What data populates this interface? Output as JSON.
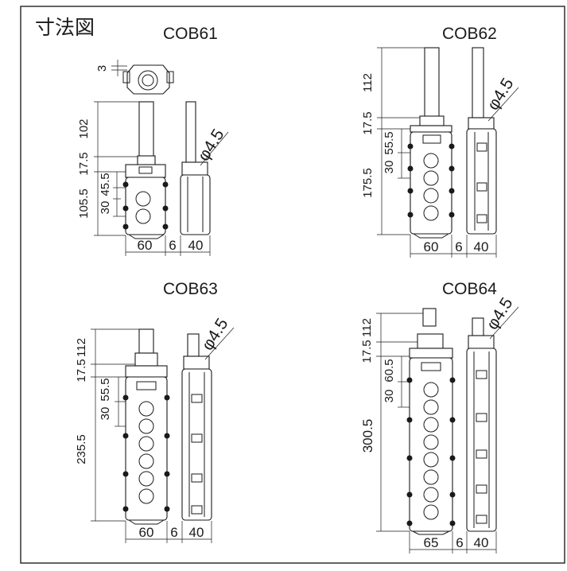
{
  "title": "寸法図",
  "colors": {
    "line": "#1a1a1a",
    "background": "#ffffff",
    "frame": "#222222"
  },
  "models": [
    {
      "name": "COB61",
      "cable_dia": "φ4.5",
      "vertical_dims": [
        "3",
        "102",
        "17.5",
        "105.5",
        "30",
        "45.5"
      ],
      "horizontal_dims": [
        "60",
        "6",
        "40"
      ]
    },
    {
      "name": "COB62",
      "cable_dia": "φ4.5",
      "vertical_dims": [
        "112",
        "17.5",
        "175.5",
        "30",
        "55.5"
      ],
      "horizontal_dims": [
        "60",
        "6",
        "40"
      ]
    },
    {
      "name": "COB63",
      "cable_dia": "φ4.5",
      "vertical_dims": [
        "112",
        "17.5",
        "235.5",
        "30",
        "55.5"
      ],
      "horizontal_dims": [
        "60",
        "6",
        "40"
      ]
    },
    {
      "name": "COB64",
      "cable_dia": "φ4.5",
      "vertical_dims": [
        "112",
        "17.5",
        "300.5",
        "30",
        "60.5"
      ],
      "horizontal_dims": [
        "65",
        "6",
        "40"
      ]
    }
  ]
}
